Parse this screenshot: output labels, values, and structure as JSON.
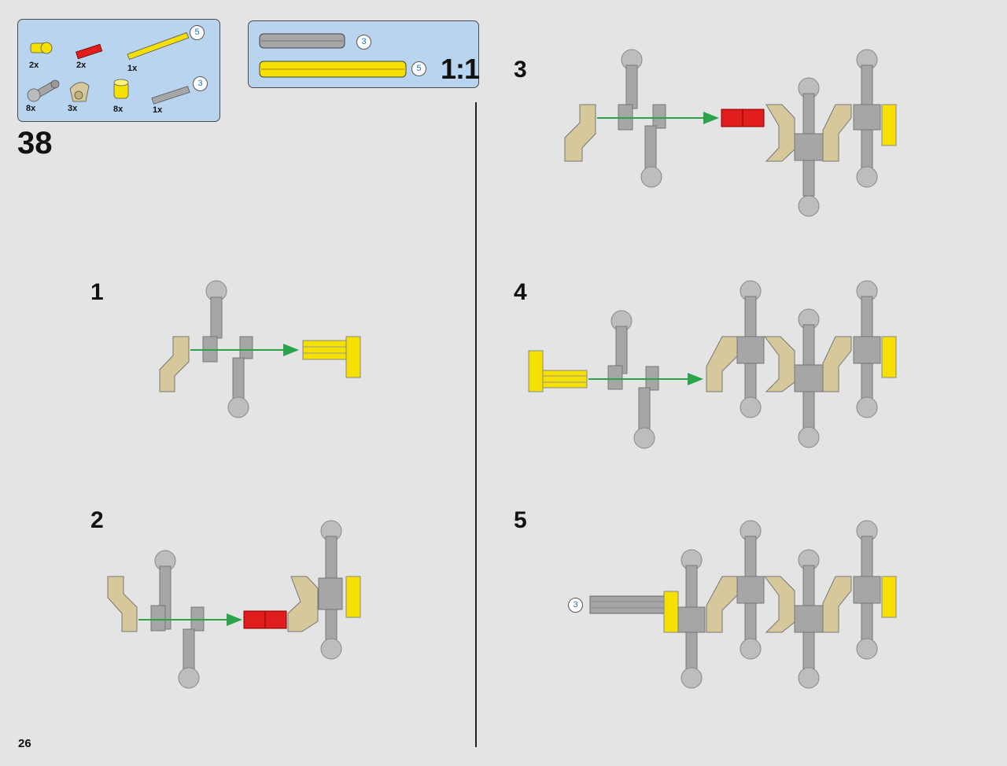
{
  "page": {
    "number": "26"
  },
  "main_step": "38",
  "parts_list": {
    "items": [
      {
        "qty": "2x"
      },
      {
        "qty": "2x"
      },
      {
        "qty": "1x",
        "length": "5"
      },
      {
        "qty": "8x"
      },
      {
        "qty": "3x"
      },
      {
        "qty": "8x"
      },
      {
        "qty": "1x",
        "length": "3"
      }
    ]
  },
  "scale_box": {
    "axles": [
      {
        "length": "3"
      },
      {
        "length": "5"
      }
    ],
    "scale": "1:1"
  },
  "substeps": [
    {
      "number": "1"
    },
    {
      "number": "2"
    },
    {
      "number": "3"
    },
    {
      "number": "4"
    },
    {
      "number": "5",
      "callout": "3"
    }
  ],
  "colors": {
    "background": "#e4e4e4",
    "panel": "#b9d4ef",
    "tan": "#d6c89a",
    "gray": "#a6a6a6",
    "yellow": "#f5e000",
    "red": "#e01e1e",
    "arrow": "#2aa34a"
  }
}
